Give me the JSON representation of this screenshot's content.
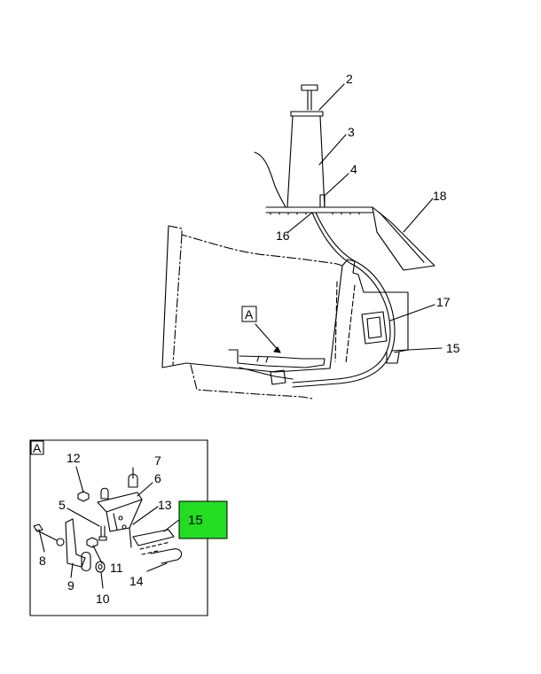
{
  "callouts": {
    "c2": "2",
    "c3": "3",
    "c4": "4",
    "c18": "18",
    "c16": "16",
    "c17": "17",
    "c15": "15",
    "viewA": "A",
    "d12": "12",
    "d7": "7",
    "d6": "6",
    "d5": "5",
    "d13": "13",
    "d15": "15",
    "d8": "8",
    "d9": "9",
    "d11": "11",
    "d10": "10",
    "d14": "14",
    "detailA": "A"
  },
  "highlight": {
    "part": "15",
    "color": "#22dd22"
  },
  "colors": {
    "line": "#000000",
    "background": "#ffffff"
  }
}
